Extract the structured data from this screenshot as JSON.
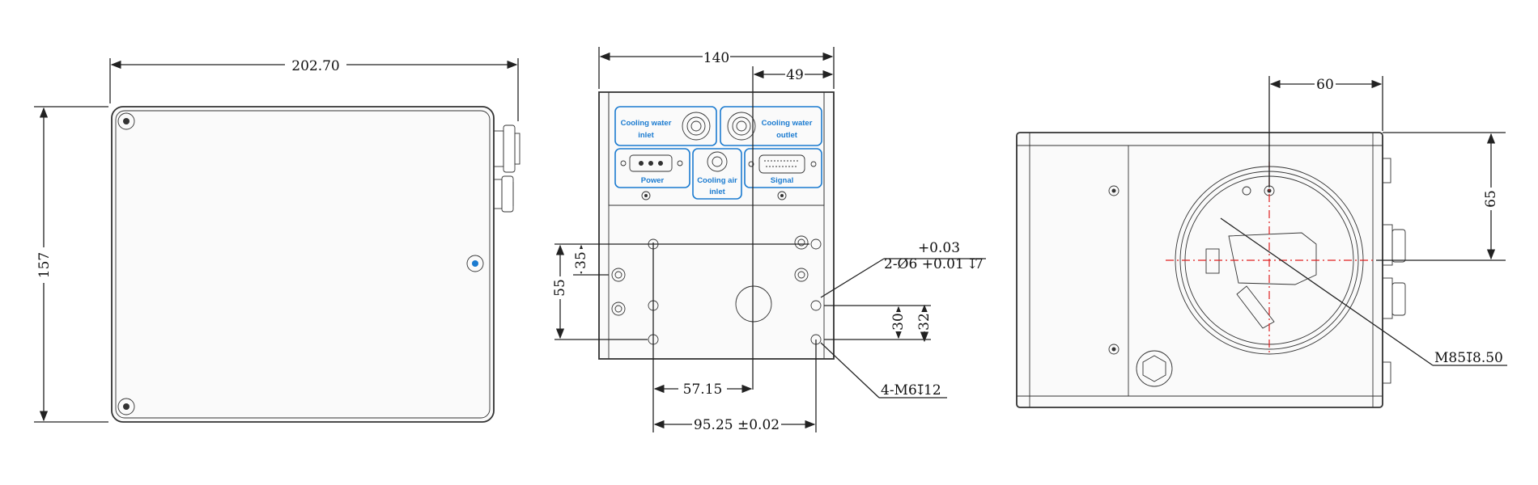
{
  "views": {
    "left": {
      "width_dim": "202.70",
      "height_dim": "157"
    },
    "front": {
      "width_dim": "140",
      "offset_dim": "49",
      "v55": "55",
      "v35": "35",
      "v30": "30",
      "v32": "32",
      "h57": "57.15",
      "h95": "95.25 ±0.02",
      "hole_note_main": "2-Ø6 +0.01",
      "hole_note_upper": "+0.03",
      "hole_note_depth": "7",
      "thread_note": "4-M6",
      "thread_depth": "12",
      "depth_symbol": "↧",
      "panel_labels": {
        "cw_inlet_1": "Cooling water",
        "cw_inlet_2": "inlet",
        "cw_outlet_1": "Cooling water",
        "cw_outlet_2": "outlet",
        "power": "Power",
        "air_1": "Cooling air",
        "air_2": "inlet",
        "signal": "Signal"
      }
    },
    "right": {
      "h60": "60",
      "v65": "65",
      "bore_note": "M85",
      "bore_depth": "8.50"
    }
  },
  "colors": {
    "line": "#222222",
    "label_blue": "#1b7bd0",
    "center_red": "#e02020"
  }
}
